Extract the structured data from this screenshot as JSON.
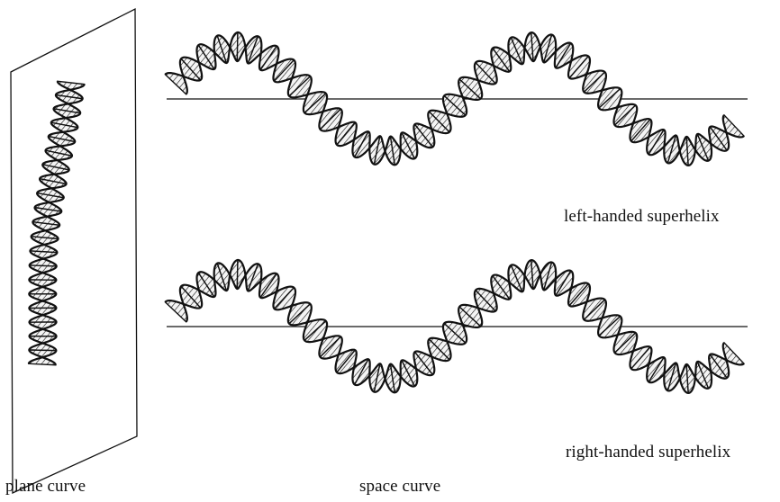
{
  "labels": {
    "plane_curve": "plane curve",
    "space_curve": "space curve",
    "left_handed_superhelix": "left-handed superhelix",
    "right_handed_superhelix": "right-handed superhelix"
  },
  "colors": {
    "ink": "#111111",
    "strand_fill": "#f4f4f4",
    "background": "#ffffff"
  },
  "panels": {
    "plane": {
      "name": "plane-curve-helix",
      "plane_outline": true
    },
    "left": {
      "name": "left-handed-superhelix",
      "handedness": "left",
      "axis_line": true
    },
    "right": {
      "name": "right-handed-superhelix",
      "handedness": "right",
      "axis_line": true
    }
  }
}
